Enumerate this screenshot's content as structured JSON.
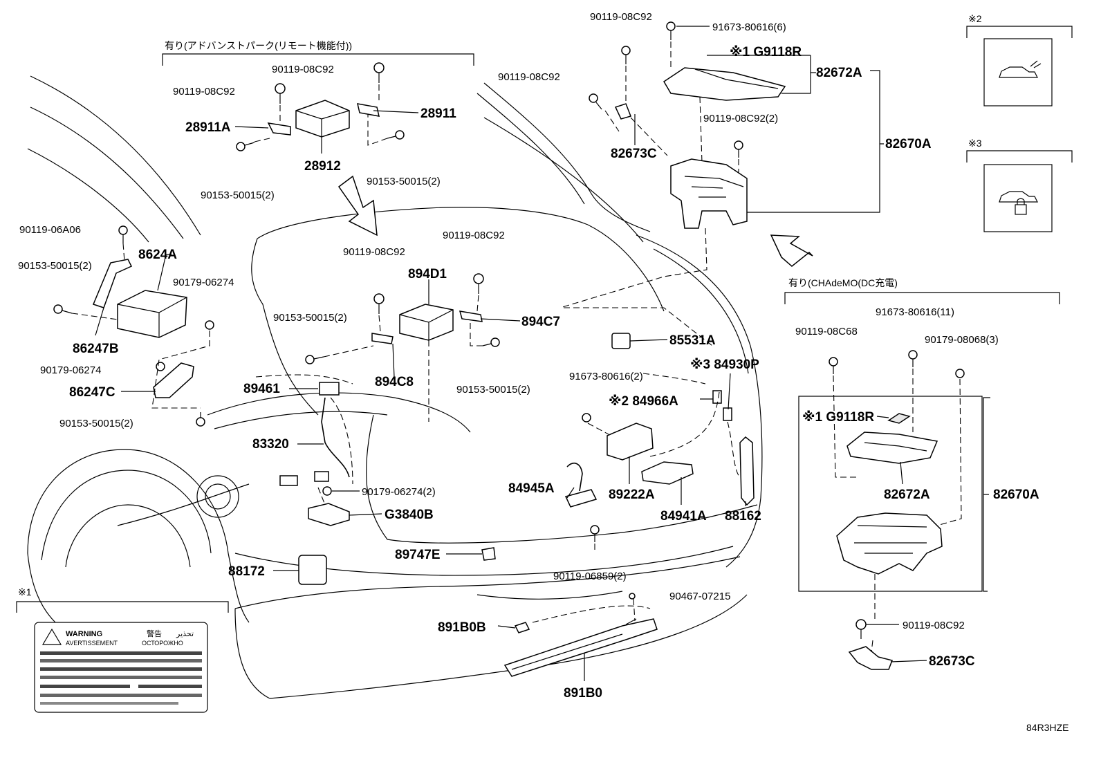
{
  "diagram": {
    "code": "84R3HZE",
    "headers": {
      "advanced_park": "有り(アドバンストパーク(リモート機能付))",
      "chademo": "有り(CHAdeMO(DC充電)",
      "note1": "※1",
      "note2": "※2",
      "note3": "※3"
    },
    "warning_label": {
      "warning": "WARNING",
      "avertissement": "AVERTISSEMENT",
      "jp": "警告",
      "arabic": "تحذير",
      "ru": "ОСТОРОЖНО"
    },
    "parts": {
      "p1": "90119-08C92",
      "p2": "91673-80616(6)",
      "p3": "※1 G9118R",
      "p4": "82672A",
      "p5": "90119-08C92",
      "p6": "90119-08C92(2)",
      "p7": "82673C",
      "p8": "82670A",
      "p9": "90119-08C92",
      "p10": "90119-08C92",
      "p11": "28911",
      "p12": "28911A",
      "p13": "28912",
      "p14": "90153-50015(2)",
      "p15": "90153-50015(2)",
      "p16": "90119-06A06",
      "p17": "90153-50015(2)",
      "p18": "8624A",
      "p19": "90179-06274",
      "p20": "86247B",
      "p21": "90179-06274",
      "p22": "86247C",
      "p23": "90153-50015(2)",
      "p24": "90119-08C92",
      "p25": "90119-08C92",
      "p26": "894D1",
      "p27": "90153-50015(2)",
      "p28": "894C7",
      "p29": "894C8",
      "p30": "90153-50015(2)",
      "p31": "89461",
      "p32": "83320",
      "p33": "90179-06274(2)",
      "p34": "G3840B",
      "p35": "88172",
      "p36": "85531A",
      "p37": "91673-80616(2)",
      "p38": "※3 84930P",
      "p39": "※2 84966A",
      "p40": "89222A",
      "p41": "84945A",
      "p42": "84941A",
      "p43": "88162",
      "p44": "89747E",
      "p45": "90119-06859(2)",
      "p46": "90467-07215",
      "p47": "891B0B",
      "p48": "891B0",
      "p49": "91673-80616(11)",
      "p50": "90119-08C68",
      "p51": "90179-08068(3)",
      "p52": "※1 G9118R",
      "p53": "82672A",
      "p54": "82670A",
      "p55": "90119-08C92",
      "p56": "82673C"
    }
  }
}
